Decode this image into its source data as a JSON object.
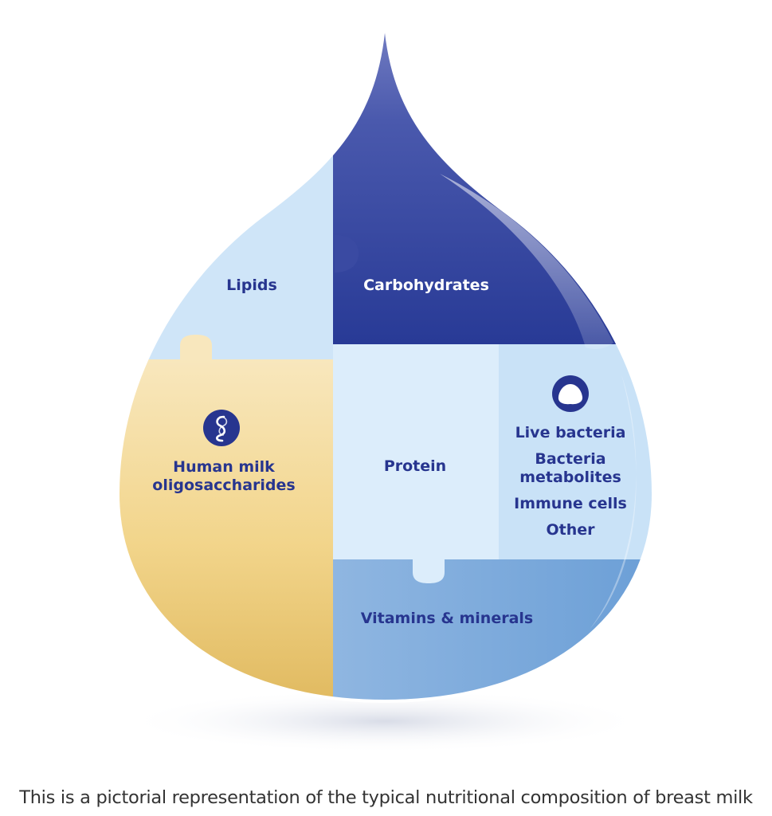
{
  "diagram": {
    "segments": {
      "lipids": "Lipids",
      "carbohydrates": "Carbohydrates",
      "hmo": [
        "Human milk",
        "oligosaccharides"
      ],
      "protein": "Protein",
      "bioactives": [
        "Live bacteria",
        "Bacteria",
        "metabolites",
        "Immune cells",
        "Other"
      ],
      "vitamins": "Vitamins & minerals"
    },
    "icons": [
      "oligosaccharide-icon",
      "bacteria-icon"
    ],
    "colors": {
      "lipids": "#cfe6f8",
      "carbohydrates": "#2f3f99",
      "hmo": "#f2d58a",
      "protein": "#deeefb",
      "vitamins": "#88b2df",
      "label": "#27358f"
    }
  },
  "caption": "This is a pictorial representation of the typical nutritional composition of breast milk"
}
